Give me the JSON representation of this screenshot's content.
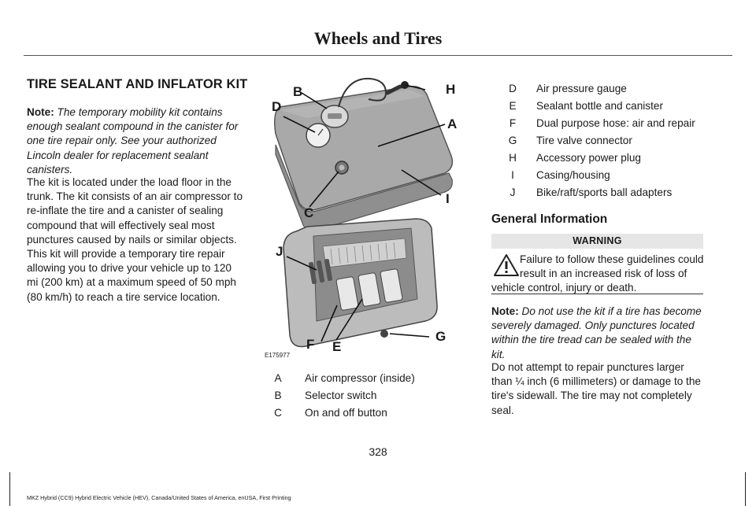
{
  "header": {
    "title": "Wheels and Tires"
  },
  "section": {
    "title": "TIRE SEALANT AND INFLATOR KIT",
    "note_label": "Note:",
    "note_text": "The temporary mobility kit contains enough sealant compound in the canister for one tire repair only. See your authorized Lincoln dealer for replacement sealant canisters.",
    "body_text": "The kit is located under the load floor in the trunk. The kit consists of an air compressor to re-inflate the tire and a canister of sealing compound that will effectively seal most punctures caused by nails or similar objects. This kit will provide a temporary tire repair allowing you to drive your vehicle up to 120 mi (200 km) at a maximum speed of 50 mph (80 km/h) to reach a tire service location."
  },
  "figure": {
    "id": "E175977",
    "callouts": [
      "A",
      "B",
      "C",
      "D",
      "E",
      "F",
      "G",
      "H",
      "I",
      "J"
    ]
  },
  "legend_left": [
    {
      "key": "A",
      "label": "Air compressor (inside)"
    },
    {
      "key": "B",
      "label": "Selector switch"
    },
    {
      "key": "C",
      "label": "On and off button"
    }
  ],
  "legend_right": [
    {
      "key": "D",
      "label": "Air pressure gauge"
    },
    {
      "key": "E",
      "label": "Sealant bottle and canister"
    },
    {
      "key": "F",
      "label": "Dual purpose hose: air and repair"
    },
    {
      "key": "G",
      "label": "Tire valve connector"
    },
    {
      "key": "H",
      "label": "Accessory power plug"
    },
    {
      "key": "I",
      "label": "Casing/housing"
    },
    {
      "key": "J",
      "label": "Bike/raft/sports ball adapters"
    }
  ],
  "general": {
    "title": "General Information",
    "warning_label": "WARNING",
    "warning_text": "Failure to follow these guidelines could result in an increased risk of loss of vehicle control, injury or death.",
    "note_label": "Note:",
    "note_text": "Do not use the kit if a tire has become severely damaged. Only punctures located within the tire tread can be sealed with the kit.",
    "body_text": "Do not attempt to repair punctures larger than ¼ inch (6 millimeters) or damage to the tire's sidewall. The tire may not completely seal."
  },
  "page_number": "328",
  "footer": "MKZ Hybrid (CC9) Hybrid Electric Vehicle (HEV), Canada/United States of America, enUSA, First Printing"
}
